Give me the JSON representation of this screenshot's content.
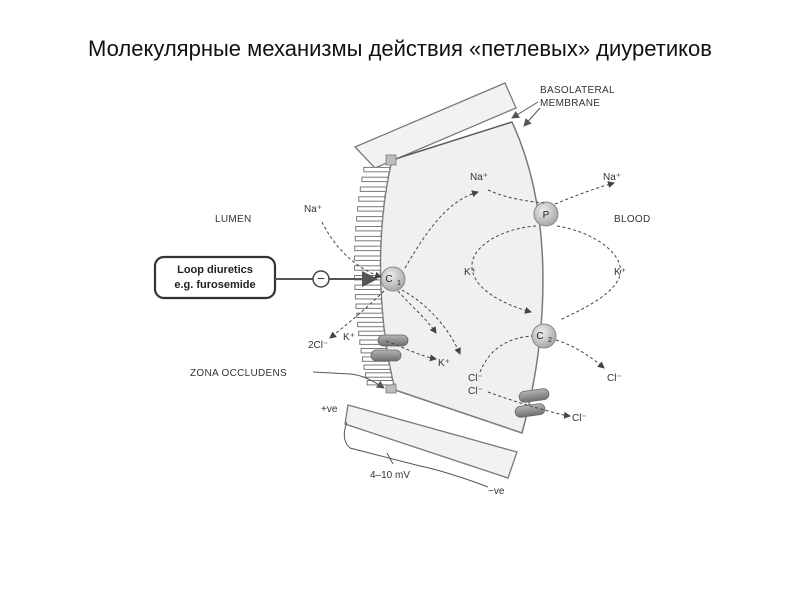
{
  "slide": {
    "title": "Молекулярные механизмы действия «петлевых» диуретиков"
  },
  "diagram": {
    "lumen_label": "LUMEN",
    "blood_label": "BLOOD",
    "basolateral_line1": "BASOLATERAL",
    "basolateral_line2": "MEMBRANE",
    "zona_label": "ZONA OCCLUDENS",
    "drug_line1": "Loop diuretics",
    "drug_line2": "e.g. furosemide",
    "inhibit_symbol": "−",
    "c1_label": "C",
    "c1_sub": "1",
    "c2_label": "C",
    "c2_sub": "2",
    "p_label": "P",
    "ions": {
      "na_lumen": "Na⁺",
      "na_cell": "Na⁺",
      "na_blood": "Na⁺",
      "k_cell_left": "K⁺",
      "k_blood": "K⁺",
      "k_lumen": "K⁺",
      "k_lower": "K⁺",
      "cl_2": "2Cl⁻",
      "cl_cell1": "Cl⁻",
      "cl_cell2": "Cl⁻",
      "cl_blood1": "Cl⁻",
      "cl_blood2": "Cl⁻"
    },
    "pos_ve": "+ve",
    "neg_ve": "−ve",
    "voltage": "4–10 mV"
  },
  "colors": {
    "cell_fill": "#f0f0f0",
    "outline": "#7a7a7a",
    "channel": "#8c8c8c",
    "carrier": "#c4c4c4",
    "drug_box_border": "#333333"
  }
}
